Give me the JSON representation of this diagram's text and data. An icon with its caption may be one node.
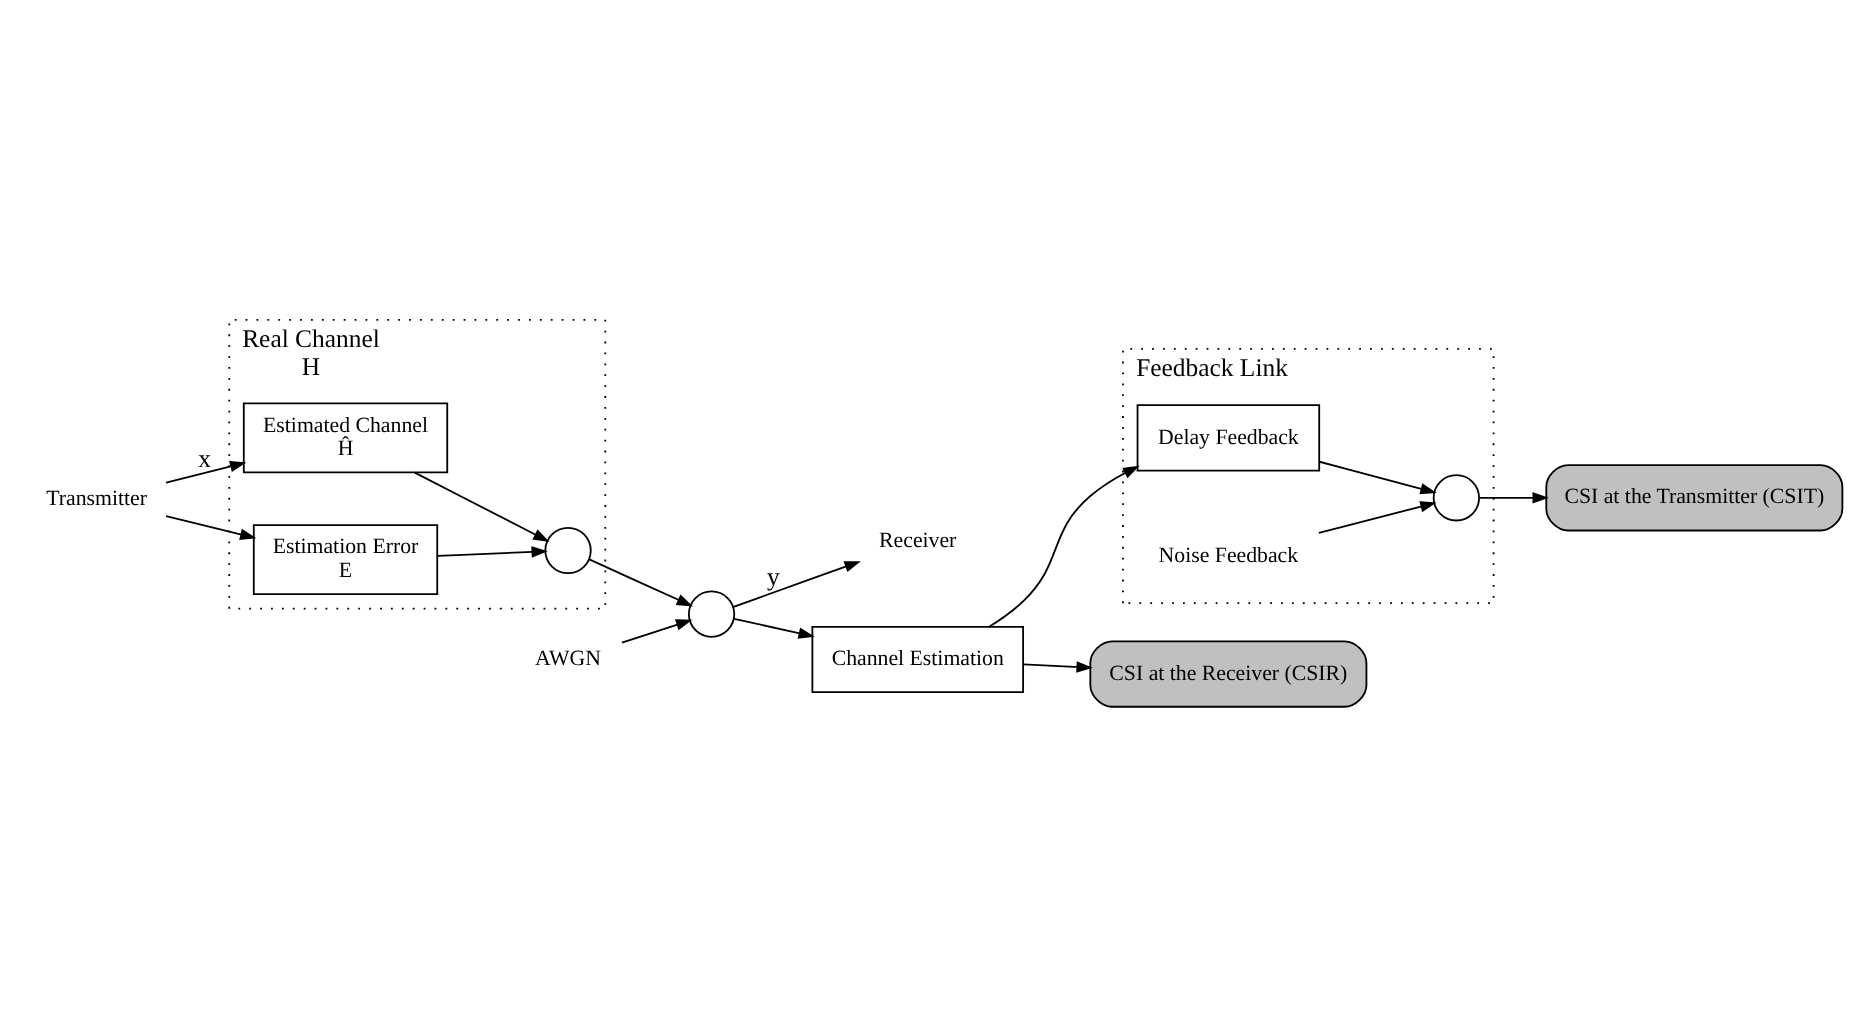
{
  "diagram": {
    "nodes": [
      {
        "text": [
          "Transmitter"
        ]
      },
      {
        "text": [
          "Real Channel",
          "H"
        ]
      },
      {
        "text": [
          "Estimated Channel",
          "Ĥ"
        ],
        "in": 1
      },
      {
        "text": [
          "Estimation Error",
          "E"
        ],
        "in": 1
      },
      {
        "text": [],
        "shape": "circle",
        "in": 1
      },
      {
        "text": [
          "AWGN"
        ]
      },
      {
        "text": [],
        "shape": "circle"
      },
      {
        "text": [
          "Receiver"
        ]
      },
      {
        "text": [
          "Channel Estimation"
        ]
      },
      {
        "text": [
          "CSI at the Transmitter (CSIT)"
        ]
      },
      {
        "text": [
          "Feedback Link"
        ]
      },
      {
        "text": [],
        "shape": "circle",
        "in": 10
      },
      {
        "text": [
          "Delay Feedback"
        ],
        "in": 10
      },
      {
        "text": [
          "Noise Feedback"
        ],
        "in": 10
      },
      {
        "text": [
          "CSI at the Receiver (CSIR)"
        ]
      }
    ],
    "edges": [
      {
        "from": 0,
        "to": 2,
        "arrow": "to",
        "label": "x"
      },
      {
        "from": 0,
        "to": 3,
        "arrow": "to"
      },
      {
        "from": 2,
        "to": 4,
        "arrow": "to"
      },
      {
        "from": 3,
        "to": 4,
        "arrow": "to"
      },
      {
        "from": 4,
        "to": 6,
        "arrow": "to"
      },
      {
        "from": 5,
        "to": 6,
        "arrow": "to"
      },
      {
        "from": 6,
        "to": 7,
        "arrow": "to",
        "label": "y"
      },
      {
        "from": 6,
        "to": 8,
        "arrow": "to"
      },
      {
        "from": 8,
        "to": 12,
        "arrow": "to"
      },
      {
        "from": 8,
        "to": 14,
        "arrow": "to"
      },
      {
        "from": 12,
        "to": 11,
        "arrow": "to"
      },
      {
        "from": 13,
        "to": 11,
        "arrow": "to"
      },
      {
        "from": 11,
        "to": 9,
        "arrow": "to"
      }
    ]
  }
}
